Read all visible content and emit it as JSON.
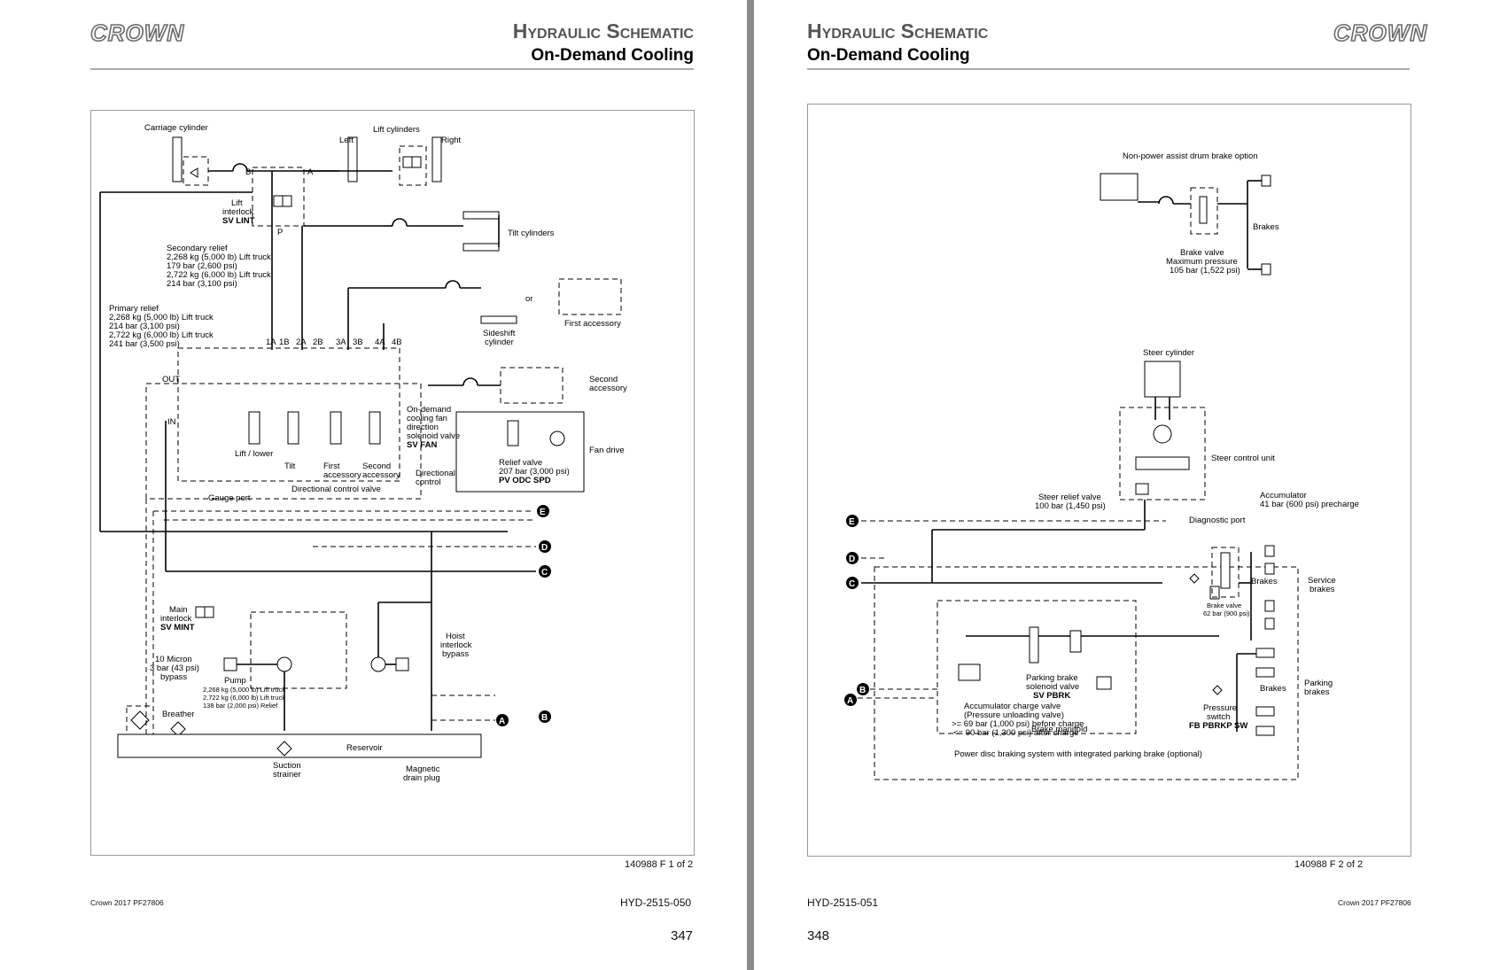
{
  "left": {
    "logo": "CROWN",
    "title": "Hydraulic Schematic",
    "subtitle": "On-Demand Cooling",
    "figure_ref": "140988 F 1 of 2",
    "footer_copyright": "Crown 2017 PF27806",
    "footer_doc": "HYD-2515-050",
    "page_number": "347",
    "labels": {
      "carriage_cylinder": "Carriage cylinder",
      "lift_cylinders": "Lift cylinders",
      "left": "Left",
      "right": "Right",
      "port_b": "B",
      "port_a": "A",
      "port_p": "P",
      "lift_interlock_1": "Lift",
      "lift_interlock_2": "interlock",
      "sv_lint": "SV LINT",
      "tilt_cylinders": "Tilt cylinders",
      "secondary_relief": "Secondary relief",
      "sr_line1": "2,268 kg (5,000 lb) Lift truck",
      "sr_line2": "179 bar (2,600 psi)",
      "sr_line3": "2,722 kg (6,000 lb) Lift truck",
      "sr_line4": "214 bar (3,100 psi)",
      "or": "or",
      "first_accessory": "First accessory",
      "primary_relief": "Primary relief",
      "pr_line1": "2,268 kg (5,000 lb) Lift truck",
      "pr_line2": "214 bar (3,100 psi)",
      "pr_line3": "2,722 kg (6,000 lb) Lift truck",
      "pr_line4": "241 bar (3,500 psi)",
      "sideshift_1": "Sideshift",
      "sideshift_2": "cylinder",
      "ports": [
        "1A",
        "1B",
        "2A",
        "2B",
        "3A",
        "3B",
        "4A",
        "4B"
      ],
      "out": "OUT",
      "in": "IN",
      "second_accessory_1": "Second",
      "second_accessory_2": "accessory",
      "od_1": "On-demand",
      "od_2": "cooling fan",
      "od_3": "direction",
      "od_4": "solenoid valve",
      "sv_fan": "SV FAN",
      "fan_drive": "Fan drive",
      "lift_lower": "Lift / lower",
      "tilt": "Tilt",
      "first_acc_a": "First",
      "first_acc_b": "accessory",
      "second_acc_a": "Second",
      "second_acc_b": "accessory",
      "relief_valve": "Relief valve",
      "relief_val": "207 bar (3,000 psi)",
      "pv_odc_spd": "PV ODC SPD",
      "directional_1": "Directional",
      "directional_2": "control",
      "gauge_port": "Gauge port",
      "dcv": "Directional control valve",
      "main_interlock_1": "Main",
      "main_interlock_2": "interlock",
      "sv_mint": "SV MINT",
      "hoist_1": "Hoist",
      "hoist_2": "interlock",
      "hoist_3": "bypass",
      "micron_1": "10 Micron",
      "micron_2": "3 bar (43 psi)",
      "micron_3": "bypass",
      "pump": "Pump",
      "pump_1": "2,268 kg (5,000 lb) Lift truck",
      "pump_2": "2,722 kg (6,000 lb) Lift truck",
      "pump_3": "138 bar (2,000 psi) Relief",
      "breather": "Breather",
      "reservoir": "Reservoir",
      "suction_1": "Suction",
      "suction_2": "strainer",
      "magnetic_1": "Magnetic",
      "magnetic_2": "drain plug",
      "conn_e": "E",
      "conn_d": "D",
      "conn_c": "C",
      "conn_a": "A",
      "conn_b": "B"
    }
  },
  "right": {
    "logo": "CROWN",
    "title": "Hydraulic Schematic",
    "subtitle": "On-Demand Cooling",
    "figure_ref": "140988 F 2 of 2",
    "footer_copyright": "Crown 2017 PF27806",
    "footer_doc": "HYD-2515-051",
    "page_number": "348",
    "labels": {
      "drum_option": "Non-power assist drum brake option",
      "brakes_top": "Brakes",
      "brake_valve_1": "Brake valve",
      "brake_valve_2": "Maximum pressure",
      "brake_valve_3": "105 bar (1,522 psi)",
      "steer_cylinder": "Steer cylinder",
      "steer_control_unit": "Steer control unit",
      "steer_relief_1": "Steer relief valve",
      "steer_relief_2": "100 bar (1,450 psi)",
      "accumulator_1": "Accumulator",
      "accumulator_2": "41 bar (600 psi) precharge",
      "diagnostic_port": "Diagnostic port",
      "service_brakes_1": "Service",
      "service_brakes_2": "brakes",
      "brakes_service": "Brakes",
      "brake_valve_sm_1": "Brake valve",
      "brake_valve_sm_2": "62 bar (900 psi)",
      "parking_sv_1": "Parking brake",
      "parking_sv_2": "solenoid valve",
      "sv_pbrk": "SV PBRK",
      "brake_manifold": "Brake manifold",
      "brakes_parking": "Brakes",
      "parking_brakes_1": "Parking",
      "parking_brakes_2": "brakes",
      "pressure_switch_1": "Pressure",
      "pressure_switch_2": "switch",
      "fb_pbrkp_sw": "FB PBRKP SW",
      "acc_charge_1": "Accumulator charge valve",
      "acc_charge_2": "(Pressure unloading valve)",
      "acc_charge_3": ">= 69 bar (1,000 psi) before charge",
      "acc_charge_4": "<= 90 bar (1,300 psi) after charge",
      "power_disc": "Power disc braking system with integrated parking brake (optional)",
      "conn_e": "E",
      "conn_d": "D",
      "conn_c": "C",
      "conn_b": "B",
      "conn_a": "A"
    }
  }
}
